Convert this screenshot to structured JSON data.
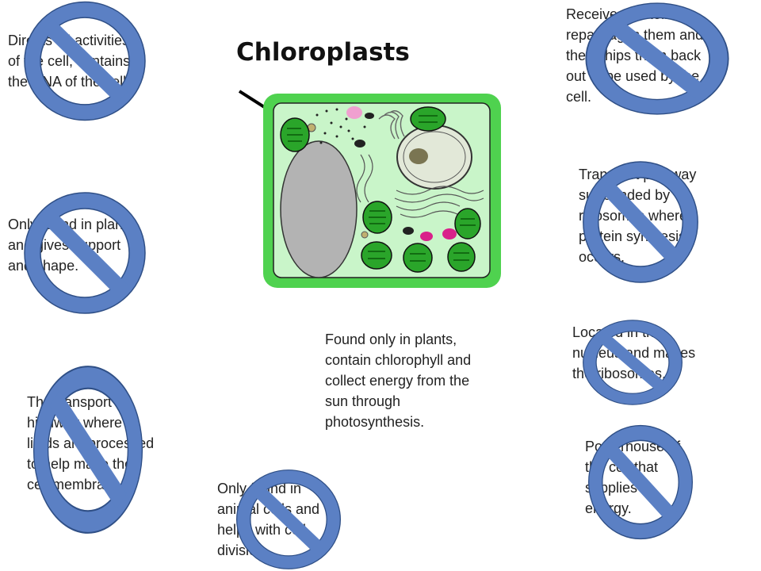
{
  "title": "Chloroplasts",
  "texts": {
    "t1": "Directs all activities\nof the cell, contains\nthe DNA of the cell.",
    "t2": "Receives proteins,\nrepackages them and\nthen ships them back\nout to be used by the\ncell.",
    "t3": "Transport pathway\nsurrounded by\nribosomes where\nprotein synthesis\noccurs.",
    "t4": "Only found in plants,\nand gives support\nand shape.",
    "t5": "Found only in plants,\ncontain chlorophyll and\ncollect energy from the\nsun through\nphotosynthesis.",
    "t6": "Located in the\nnucleus and makes\nthe ribosomes.",
    "t7": "The transport\nhighway where\nlipids are processed\nto help make the\ncell membranes.",
    "t8": "Powerhouse of\nthe cell that\nsupplies\nenergy.",
    "t9": "Only found in\nanimal cells and\nhelps with cell\ndivision."
  },
  "colors": {
    "no_sign_fill": "#5b80c4",
    "no_sign_stroke": "#2f4f86",
    "cell_wall": "#4fd24f",
    "cytoplasm": "#c9f5c9",
    "vacuole": "#b3b3b3",
    "chloroplast": "#2aa52a"
  }
}
